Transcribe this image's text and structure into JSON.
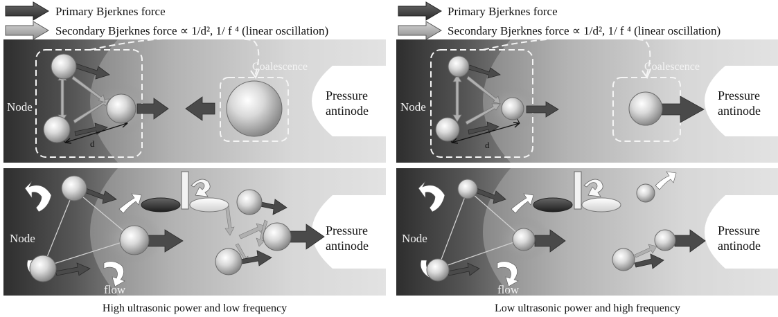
{
  "legend": {
    "primary": "Primary Bjerknes force",
    "secondary": "Secondary Bjerknes force ∝ 1/d², 1/ f ⁴ (linear oscillation)"
  },
  "labels": {
    "node": "Node",
    "pressure": "Pressure",
    "antinode": "antinode",
    "coalescence": "Coalescence",
    "d": "d",
    "flow": "flow"
  },
  "captions": {
    "left": "High ultrasonic power and low frequency",
    "right": "Low ultrasonic power and high frequency"
  },
  "colors": {
    "dark_arrow": "#4a4a4a",
    "light_arrow": "#a8a8a8",
    "field_dark": "#3a3a3a",
    "field_light": "#ededed"
  }
}
